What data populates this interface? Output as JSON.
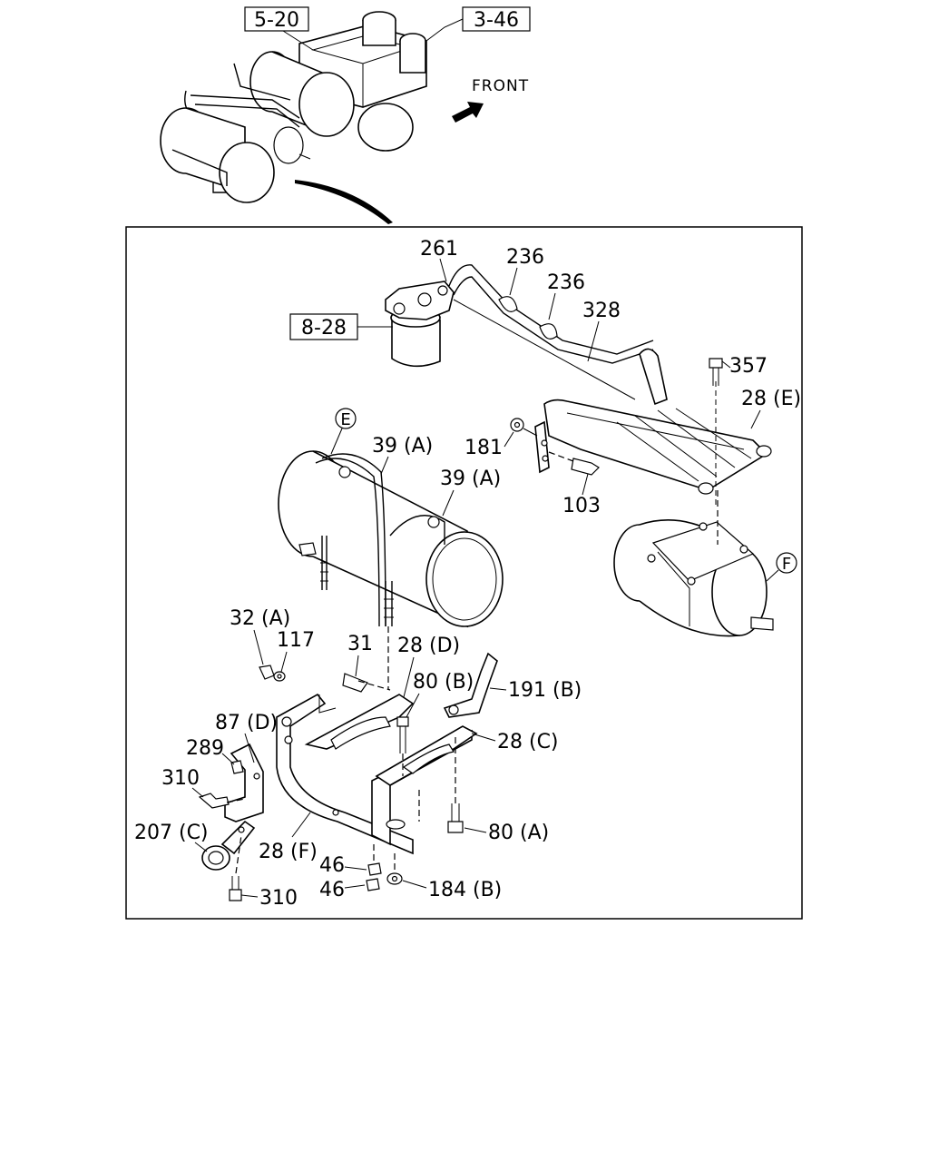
{
  "references": {
    "ref_5_20": "5-20",
    "ref_3_46": "3-46",
    "ref_8_28": "8-28"
  },
  "direction_label": "FRONT",
  "views": {
    "E": "E",
    "F": "F"
  },
  "callouts": {
    "p261": "261",
    "p236_a": "236",
    "p236_b": "236",
    "p328": "328",
    "p357": "357",
    "p28E": "28 (E)",
    "p181": "181",
    "p103": "103",
    "p39A_a": "39 (A)",
    "p39A_b": "39 (A)",
    "p32A": "32 (A)",
    "p117": "117",
    "p31": "31",
    "p28D": "28 (D)",
    "p80B": "80 (B)",
    "p191B": "191 (B)",
    "p87D": "87 (D)",
    "p28C": "28 (C)",
    "p289": "289",
    "p310_a": "310",
    "p207C": "207 (C)",
    "p28F": "28 (F)",
    "p80A": "80 (A)",
    "p46_a": "46",
    "p46_b": "46",
    "p184B": "184 (B)",
    "p310_b": "310"
  }
}
